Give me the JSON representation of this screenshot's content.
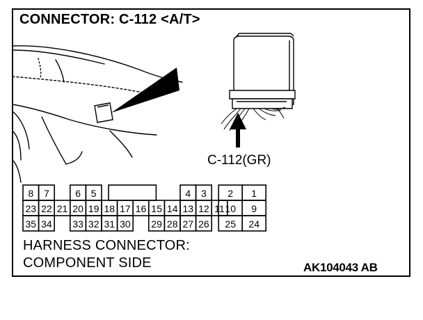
{
  "title": "CONNECTOR: C-112 <A/T>",
  "connector_callout": "C-112(GR)",
  "caption_line1": "HARNESS CONNECTOR:",
  "caption_line2": "COMPONENT SIDE",
  "figure_code": "AK104043 AB",
  "pins": {
    "row1": [
      "8",
      "7",
      "6",
      "5",
      "4",
      "3",
      "2",
      "1"
    ],
    "row2": [
      "23",
      "22",
      "21",
      "20",
      "19",
      "18",
      "17",
      "16",
      "15",
      "14",
      "13",
      "12",
      "11",
      "10",
      "9"
    ],
    "row3": [
      "35",
      "34",
      "33",
      "32",
      "31",
      "30",
      "29",
      "28",
      "27",
      "26",
      "25",
      "24"
    ]
  }
}
